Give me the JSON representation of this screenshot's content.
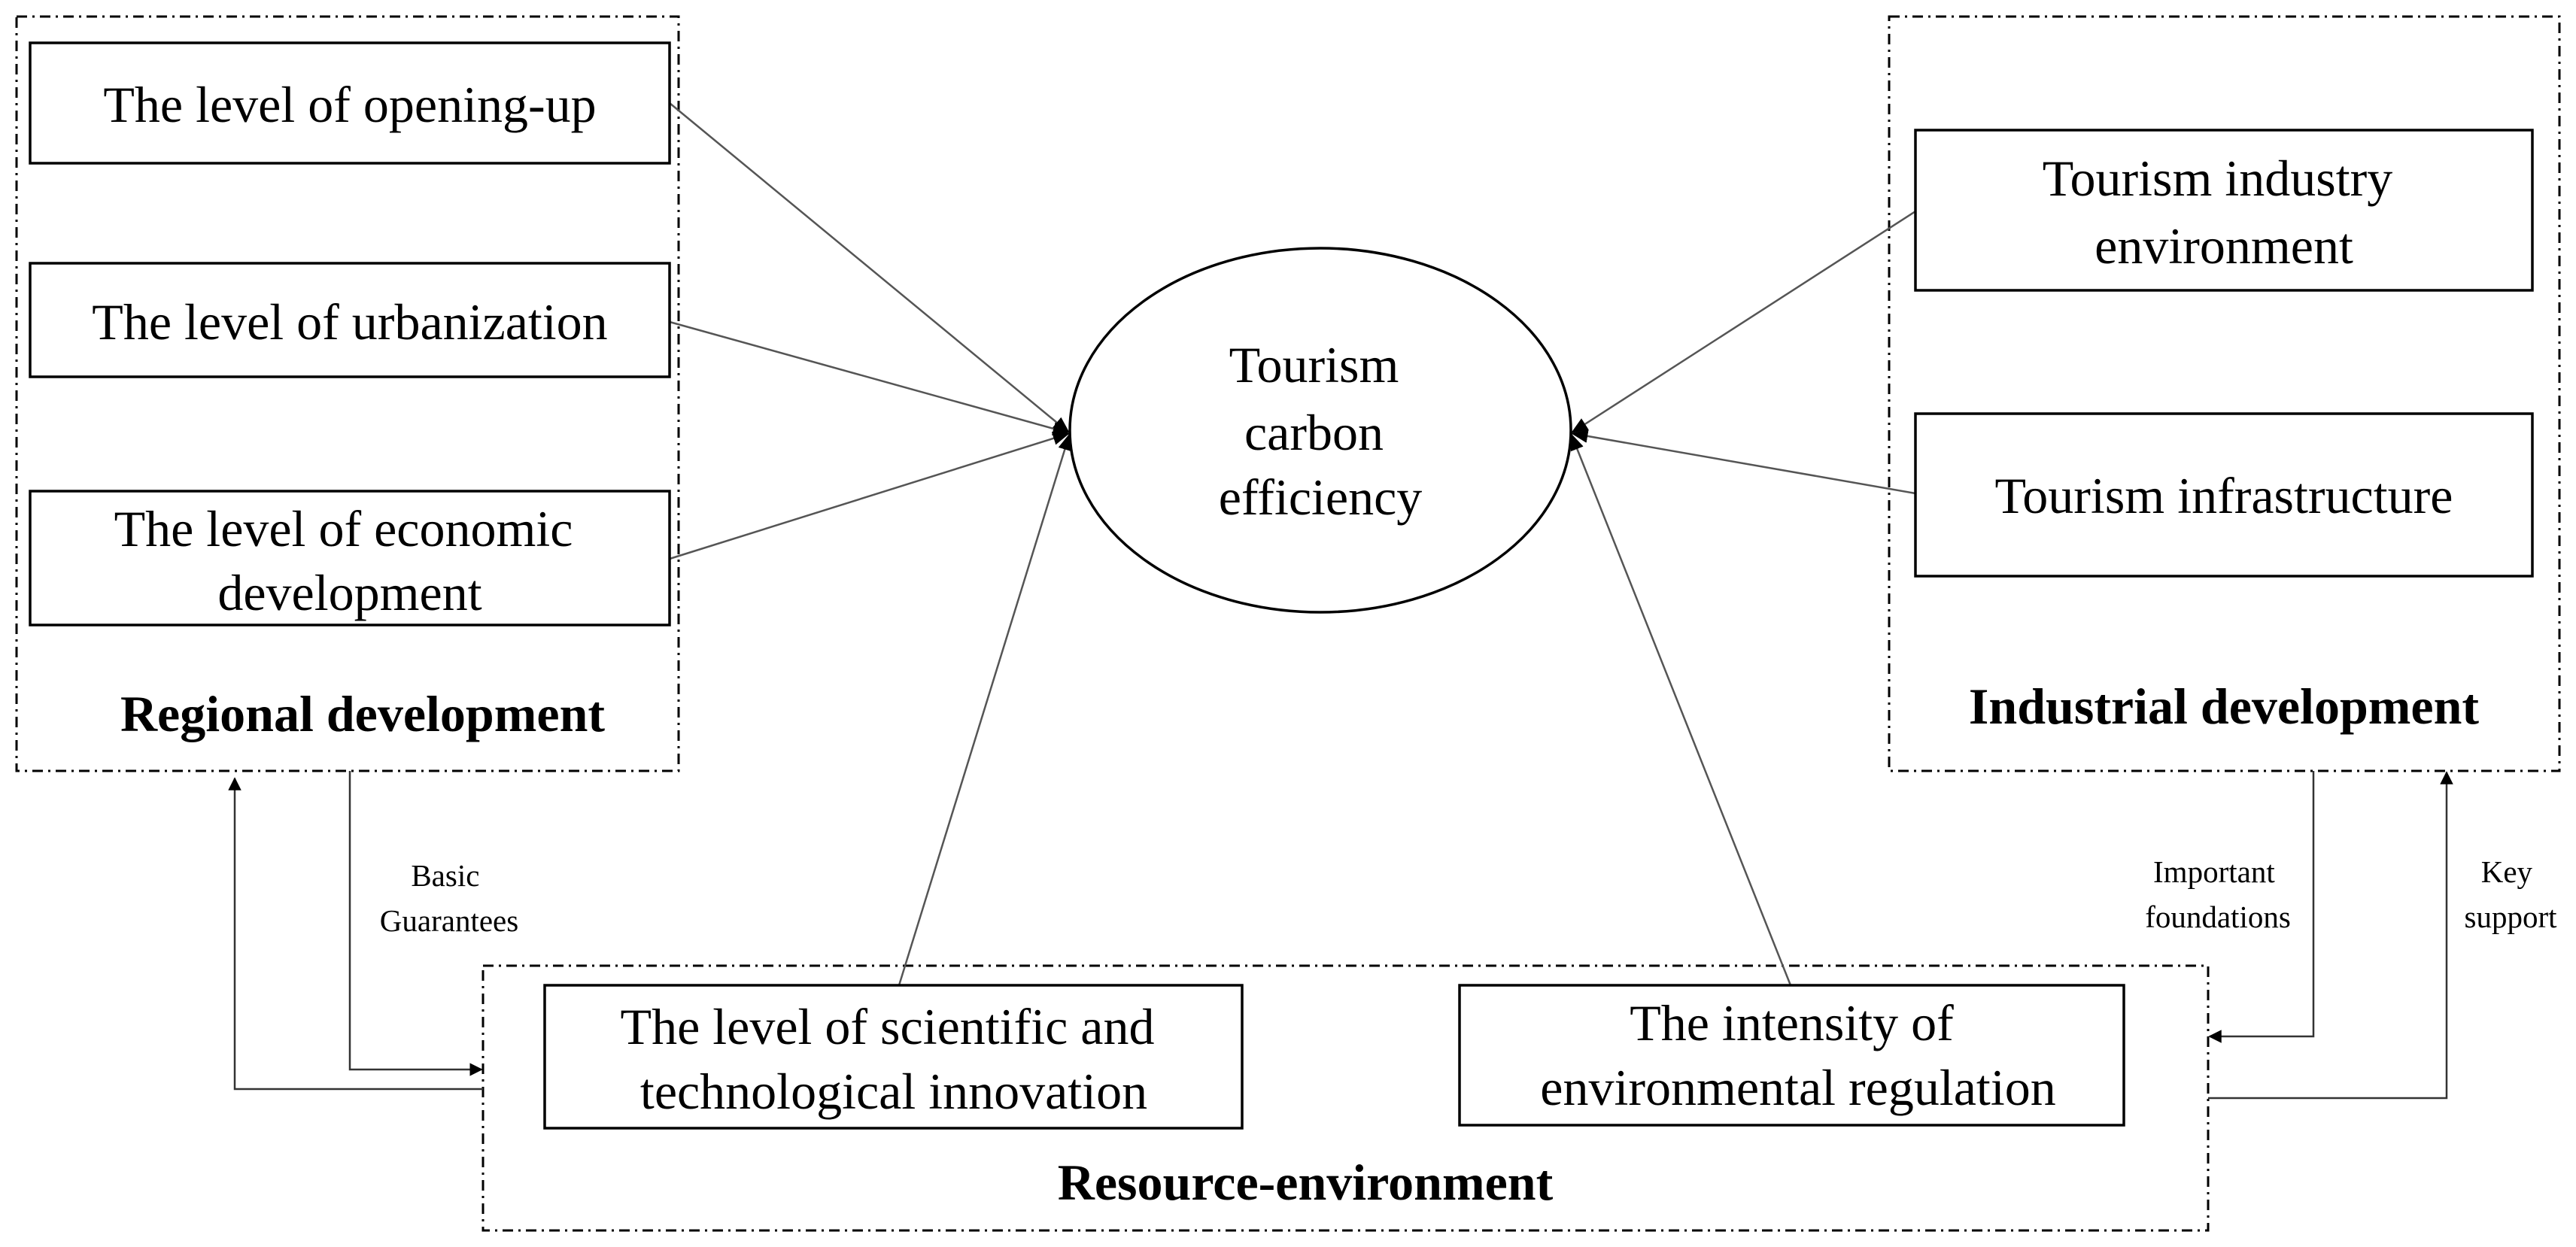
{
  "center": {
    "lines": [
      "Tourism",
      "carbon",
      "efficiency"
    ]
  },
  "groups": {
    "regional": {
      "title": "Regional development",
      "factors": [
        {
          "lines": [
            "The level of opening-up"
          ]
        },
        {
          "lines": [
            "The level of urbanization"
          ]
        },
        {
          "lines": [
            "The level of economic",
            "development"
          ]
        }
      ]
    },
    "industrial": {
      "title": "Industrial development",
      "factors": [
        {
          "lines": [
            "Tourism industry",
            "environment"
          ]
        },
        {
          "lines": [
            "Tourism infrastructure"
          ]
        }
      ]
    },
    "resource": {
      "title": "Resource-environment",
      "factors": [
        {
          "lines": [
            "The level of scientific and",
            "technological innovation"
          ]
        },
        {
          "lines": [
            "The intensity of",
            "environmental regulation"
          ]
        }
      ]
    }
  },
  "relations": {
    "regional_to_resource": [
      "Basic",
      "Guarantees"
    ],
    "industrial_to_resource": [
      "Important",
      "foundations"
    ],
    "resource_to_industrial": [
      "Key",
      "support"
    ]
  }
}
